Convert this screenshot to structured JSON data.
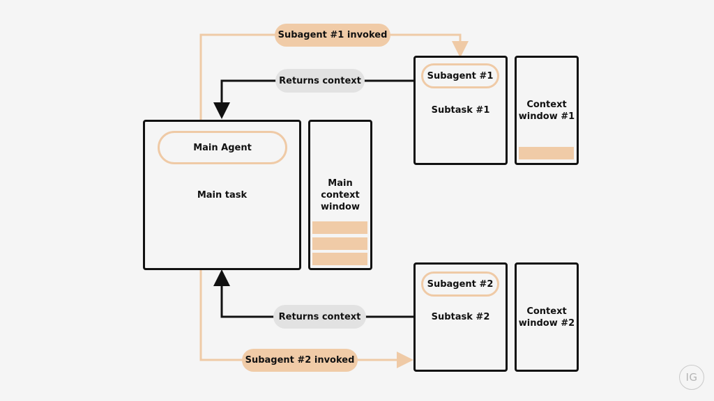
{
  "main": {
    "agent_label": "Main Agent",
    "task_label": "Main task",
    "context_label": "Main\ncontext\nwindow"
  },
  "subagent1": {
    "agent_label": "Subagent #1",
    "task_label": "Subtask #1",
    "context_label": "Context\nwindow #1",
    "invoked_label": "Subagent #1 invoked",
    "returns_label": "Returns context"
  },
  "subagent2": {
    "agent_label": "Subagent #2",
    "task_label": "Subtask #2",
    "context_label": "Context\nwindow #2",
    "invoked_label": "Subagent #2 invoked",
    "returns_label": "Returns context"
  },
  "logo_text": "IG",
  "colors": {
    "background": "#f5f5f5",
    "accent": "#f0cba7",
    "accent_border": "#efcaa6",
    "neutral_tag": "#e2e2e2",
    "ink": "#111111"
  }
}
